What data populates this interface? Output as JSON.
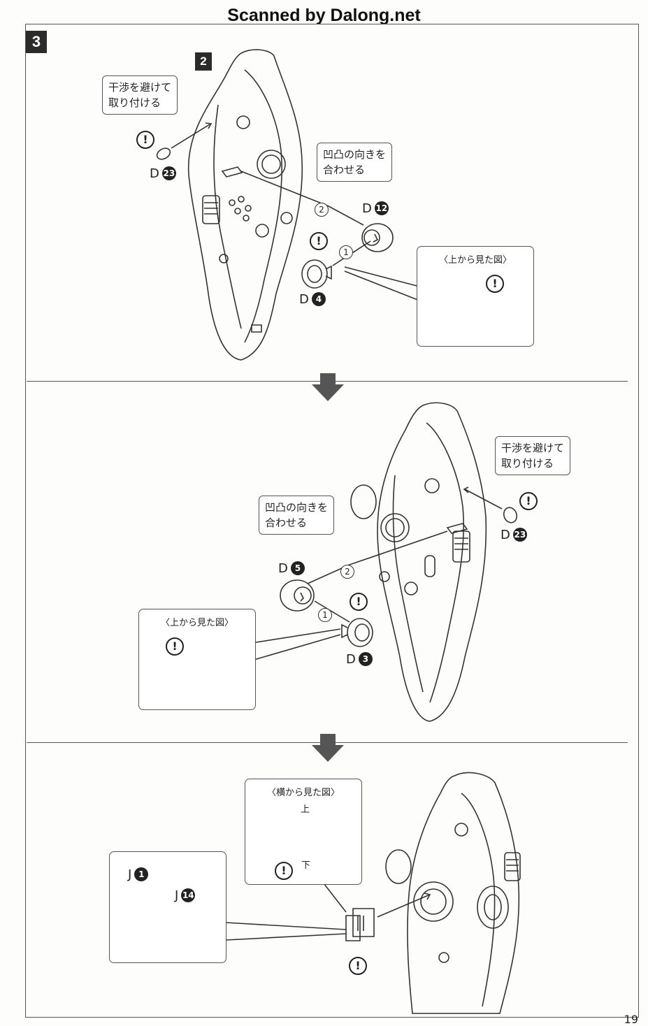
{
  "watermark": "Scanned by Dalong.net",
  "step": {
    "number": "3",
    "sub_number": "2"
  },
  "notes": {
    "avoid_interference": "干渉を避けて\n取り付ける",
    "align_bumps": "凹凸の向きを\n合わせる"
  },
  "insets": {
    "top_view": "〈上から見た図〉",
    "side_view": "〈横から見た図〉",
    "up": "上",
    "down": "下"
  },
  "parts": {
    "d23": {
      "runner": "D",
      "num": "23"
    },
    "d12": {
      "runner": "D",
      "num": "12"
    },
    "d4": {
      "runner": "D",
      "num": "4"
    },
    "d5": {
      "runner": "D",
      "num": "5"
    },
    "d3": {
      "runner": "D",
      "num": "3"
    },
    "j1": {
      "runner": "J",
      "num": "1"
    },
    "j14": {
      "runner": "J",
      "num": "14"
    }
  },
  "order_marks": {
    "first": "1",
    "second": "2"
  },
  "warning_mark": "!",
  "page_number": "19"
}
